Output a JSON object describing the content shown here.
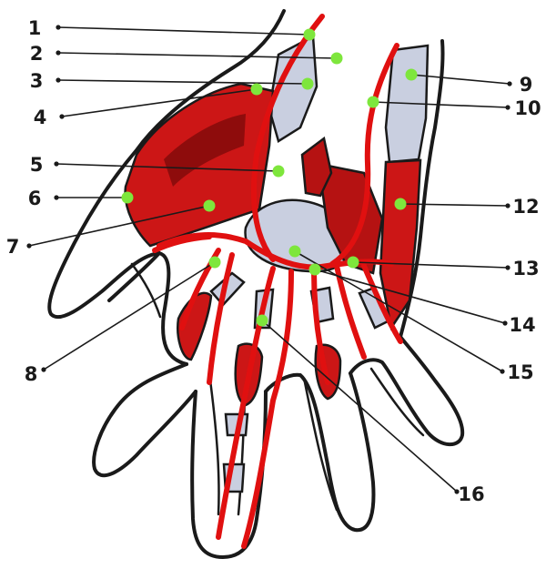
{
  "colors": {
    "outline": "#1a1a1a",
    "muscle": "#cc1616",
    "muscle_dark": "#8e0c0c",
    "vessel": "#e01010",
    "bone": "#c9cfe0",
    "marker": "#7ee63c"
  },
  "labels": [
    {
      "id": "1",
      "text": "1",
      "side": "left"
    },
    {
      "id": "2",
      "text": "2",
      "side": "left"
    },
    {
      "id": "3",
      "text": "3",
      "side": "left"
    },
    {
      "id": "4",
      "text": "4",
      "side": "left"
    },
    {
      "id": "5",
      "text": "5",
      "side": "left"
    },
    {
      "id": "6",
      "text": "6",
      "side": "left"
    },
    {
      "id": "7",
      "text": "7",
      "side": "left"
    },
    {
      "id": "8",
      "text": "8",
      "side": "left"
    },
    {
      "id": "9",
      "text": "9",
      "side": "right"
    },
    {
      "id": "10",
      "text": "10",
      "side": "right"
    },
    {
      "id": "12",
      "text": "12",
      "side": "right"
    },
    {
      "id": "13",
      "text": "13",
      "side": "right"
    },
    {
      "id": "14",
      "text": "14",
      "side": "right"
    },
    {
      "id": "15",
      "text": "15",
      "side": "right"
    },
    {
      "id": "16",
      "text": "16",
      "side": "right"
    }
  ]
}
